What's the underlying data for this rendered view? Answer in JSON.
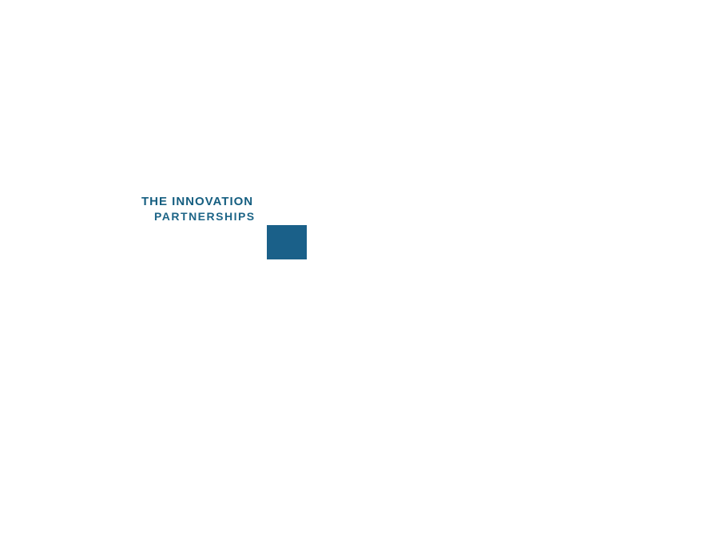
{
  "brand": {
    "line1": "THE INNOVATION",
    "line2": "PARTNERSHIPS",
    "accent_color": "#155e80",
    "square_color": "#1a6089",
    "square_icon": "solid-square-logo-mark"
  },
  "page": {
    "background_color": "#ffffff"
  }
}
